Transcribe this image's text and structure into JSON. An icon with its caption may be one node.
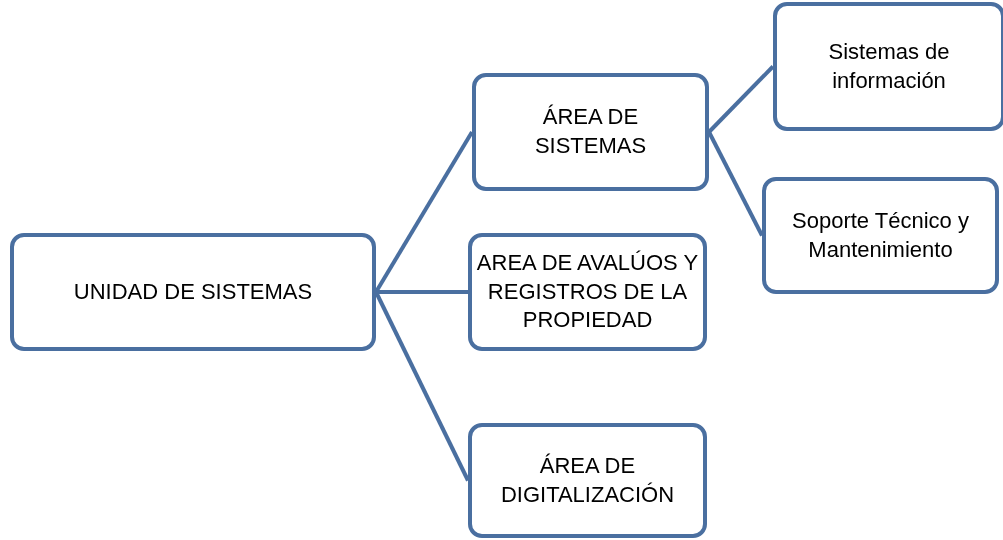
{
  "diagram": {
    "nodes": [
      {
        "text": [
          "UNIDAD DE SISTEMAS"
        ]
      },
      {
        "text": [
          "ÁREA DE SISTEMAS"
        ]
      },
      {
        "text": [
          "AREA DE AVALÚOS Y REGISTROS DE LA PROPIEDAD"
        ]
      },
      {
        "text": [
          "ÁREA DE DIGITALIZACIÓN"
        ]
      },
      {
        "text": [
          "Sistemas de información"
        ]
      },
      {
        "text": [
          "Soporte Técnico y Mantenimiento"
        ]
      }
    ],
    "edges": [
      {
        "from": 0,
        "to": 1,
        "arrow": "none"
      },
      {
        "from": 0,
        "to": 2,
        "arrow": "none"
      },
      {
        "from": 0,
        "to": 3,
        "arrow": "none"
      },
      {
        "from": 1,
        "to": 4,
        "arrow": "none"
      },
      {
        "from": 1,
        "to": 5,
        "arrow": "none"
      }
    ]
  }
}
